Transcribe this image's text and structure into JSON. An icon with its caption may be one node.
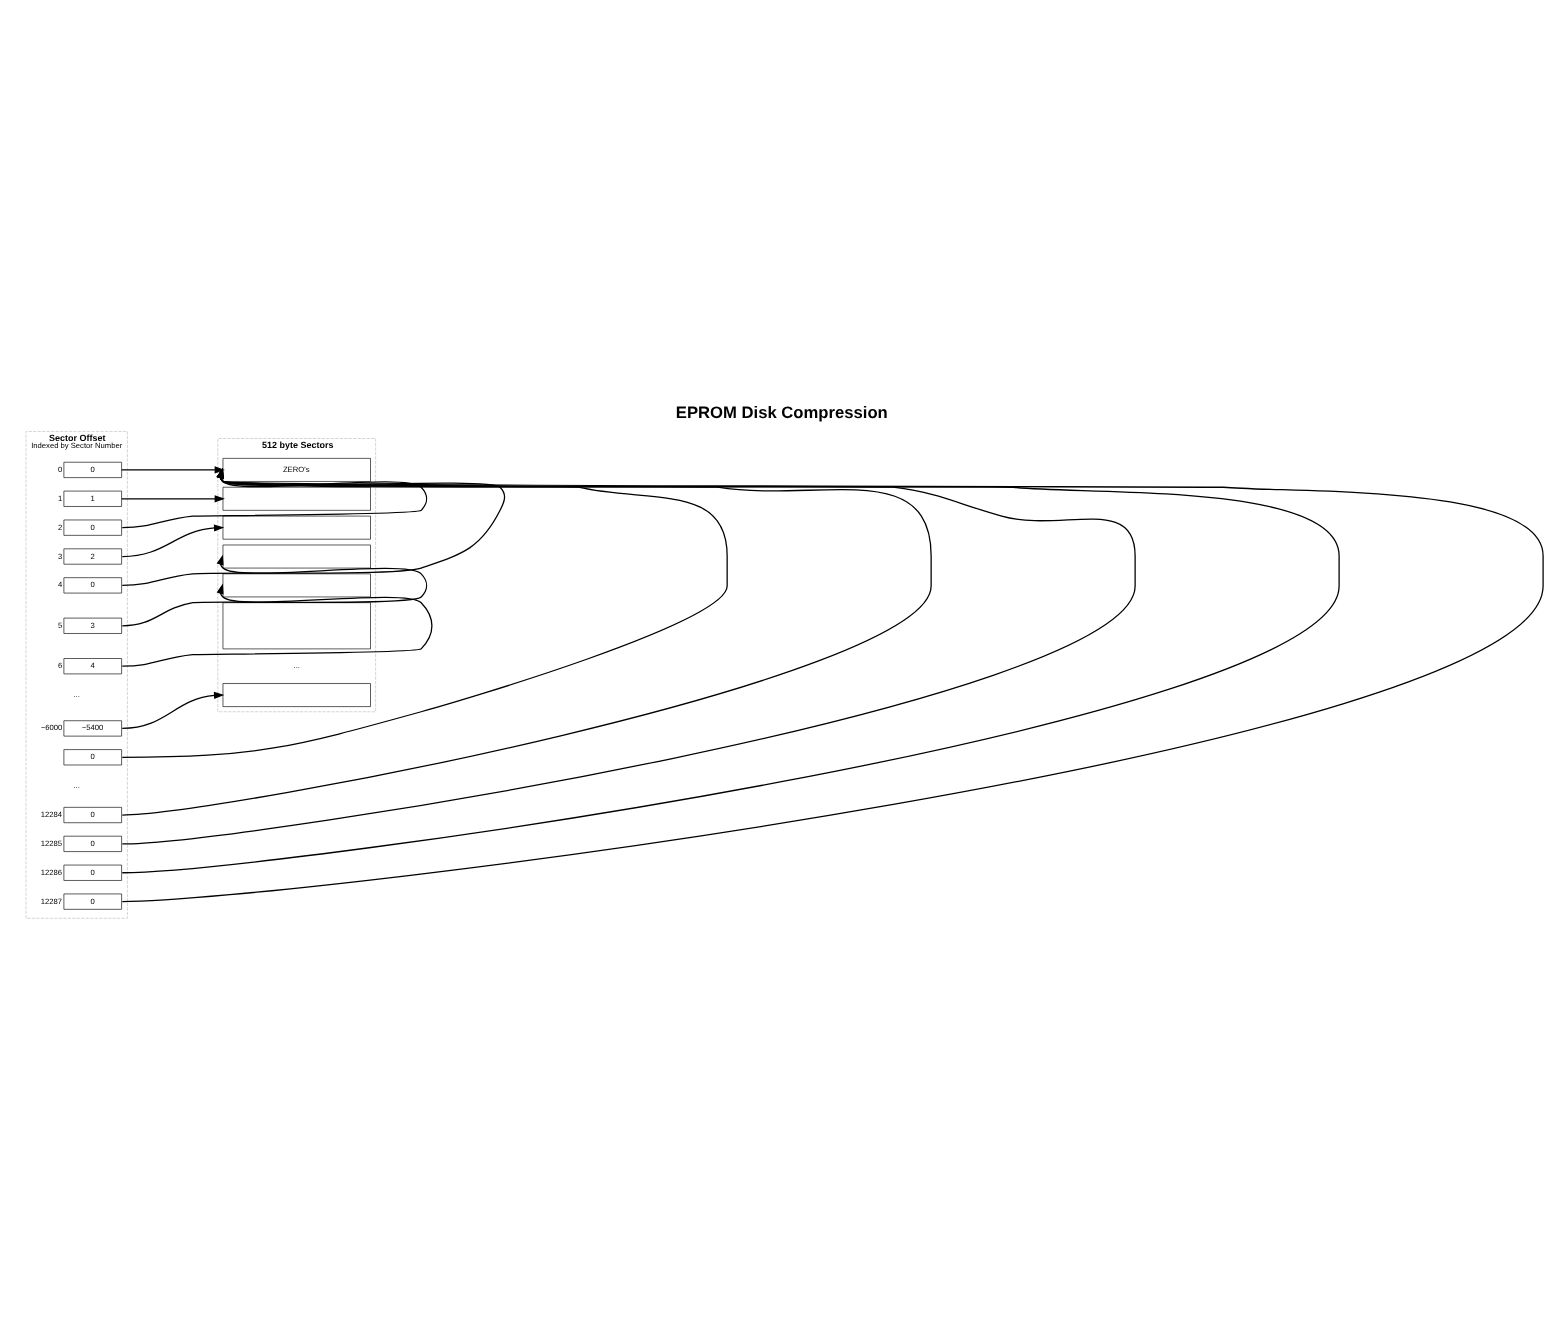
{
  "diagram": {
    "title": "EPROM Disk Compression",
    "nodes": [
      {
        "text": [
          "Sector Offset",
          "Indexed by Sector Number"
        ]
      },
      {
        "text": [
          "0"
        ],
        "in": 0,
        "beside": [
          "0"
        ]
      },
      {
        "text": [
          "1"
        ],
        "in": 0,
        "beside": [
          "1"
        ]
      },
      {
        "text": [
          "0"
        ],
        "in": 0,
        "beside": [
          "2"
        ]
      },
      {
        "text": [
          "2"
        ],
        "in": 0,
        "beside": [
          "3"
        ]
      },
      {
        "text": [
          "0"
        ],
        "in": 0,
        "beside": [
          "4"
        ]
      },
      {
        "text": [
          "3"
        ],
        "in": 0,
        "beside": [
          "5"
        ]
      },
      {
        "text": [
          "4"
        ],
        "in": 0,
        "beside": [
          "6"
        ]
      },
      {
        "text": [
          "~5400"
        ],
        "in": 0,
        "beside": [
          "~6000"
        ]
      },
      {
        "text": [
          "0"
        ],
        "in": 0
      },
      {
        "text": [
          "0"
        ],
        "in": 0,
        "beside": [
          "12284"
        ]
      },
      {
        "text": [
          "0"
        ],
        "in": 0,
        "beside": [
          "12285"
        ]
      },
      {
        "text": [
          "0"
        ],
        "in": 0,
        "beside": [
          "12286"
        ]
      },
      {
        "text": [
          "0"
        ],
        "in": 0,
        "beside": [
          "12287"
        ]
      },
      {
        "text": [
          "512 byte Sectors"
        ]
      },
      {
        "text": [
          "ZERO's"
        ],
        "in": 14
      },
      {
        "text": [],
        "shape": "box",
        "in": 14
      },
      {
        "text": [],
        "shape": "box",
        "in": 14
      },
      {
        "text": [],
        "shape": "box",
        "in": 14
      },
      {
        "text": [],
        "shape": "box",
        "in": 14
      },
      {
        "text": [],
        "shape": "box",
        "in": 14
      },
      {
        "text": [],
        "shape": "box",
        "in": 14
      }
    ],
    "edges": [
      {
        "from": 1,
        "to": 15,
        "arrow": "to"
      },
      {
        "from": 2,
        "to": 16,
        "arrow": "to"
      },
      {
        "from": 3,
        "to": 15,
        "arrow": "to"
      },
      {
        "from": 4,
        "to": 17,
        "arrow": "to"
      },
      {
        "from": 5,
        "to": 15,
        "arrow": "to"
      },
      {
        "from": 6,
        "to": 18,
        "arrow": "to"
      },
      {
        "from": 7,
        "to": 19,
        "arrow": "to"
      },
      {
        "from": 8,
        "to": 21,
        "arrow": "to"
      },
      {
        "from": 9,
        "to": 15,
        "arrow": "to"
      },
      {
        "from": 10,
        "to": 15,
        "arrow": "to"
      },
      {
        "from": 11,
        "to": 15,
        "arrow": "to"
      },
      {
        "from": 12,
        "to": 15,
        "arrow": "to"
      },
      {
        "from": 13,
        "to": 15,
        "arrow": "to"
      }
    ],
    "labels": [
      "...",
      "...",
      "..."
    ]
  }
}
